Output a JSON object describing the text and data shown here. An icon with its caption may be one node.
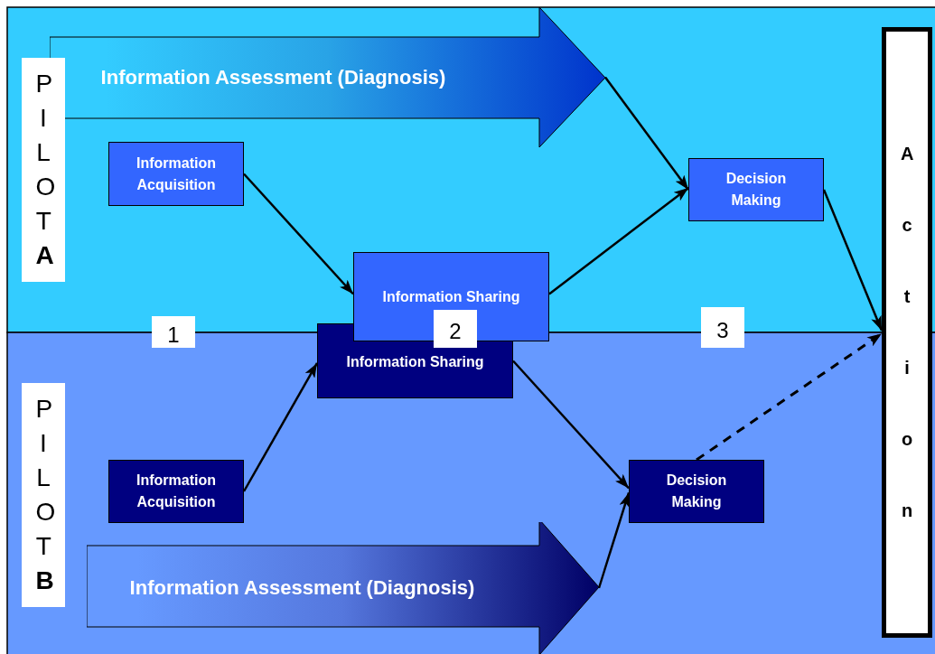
{
  "diagram": {
    "nodes": [
      {
        "text": [
          "PILOT **A**"
        ]
      },
      {
        "text": [
          "Information Assessment (Diagnosis)"
        ]
      },
      {
        "text": [
          "Information Acquisition"
        ]
      },
      {
        "text": [
          "Decision Making"
        ]
      },
      {
        "text": [
          "Information Sharing"
        ]
      },
      {
        "text": [
          "1"
        ]
      },
      {
        "text": [
          "2"
        ]
      },
      {
        "text": [
          "3"
        ]
      },
      {
        "text": [
          "Information Sharing"
        ]
      },
      {
        "text": [
          "PILOT **B**"
        ]
      },
      {
        "text": [
          "Information Acquisition"
        ]
      },
      {
        "text": [
          "Decision Making"
        ]
      },
      {
        "text": [
          "Information Assessment (Diagnosis)"
        ]
      },
      {
        "text": [
          "Action"
        ]
      }
    ],
    "edges": [
      {
        "from": 1,
        "to": 3,
        "arrow": "to"
      },
      {
        "from": 2,
        "to": 4,
        "arrow": "to"
      },
      {
        "from": 4,
        "to": 3,
        "arrow": "to"
      },
      {
        "from": 3,
        "to": 13,
        "arrow": "to"
      },
      {
        "from": 10,
        "to": 8,
        "arrow": "to"
      },
      {
        "from": 8,
        "to": 11,
        "arrow": "to"
      },
      {
        "from": 12,
        "to": 11,
        "arrow": "to"
      },
      {
        "from": 11,
        "to": 13,
        "arrow": "to",
        "style": "dashed"
      }
    ]
  }
}
